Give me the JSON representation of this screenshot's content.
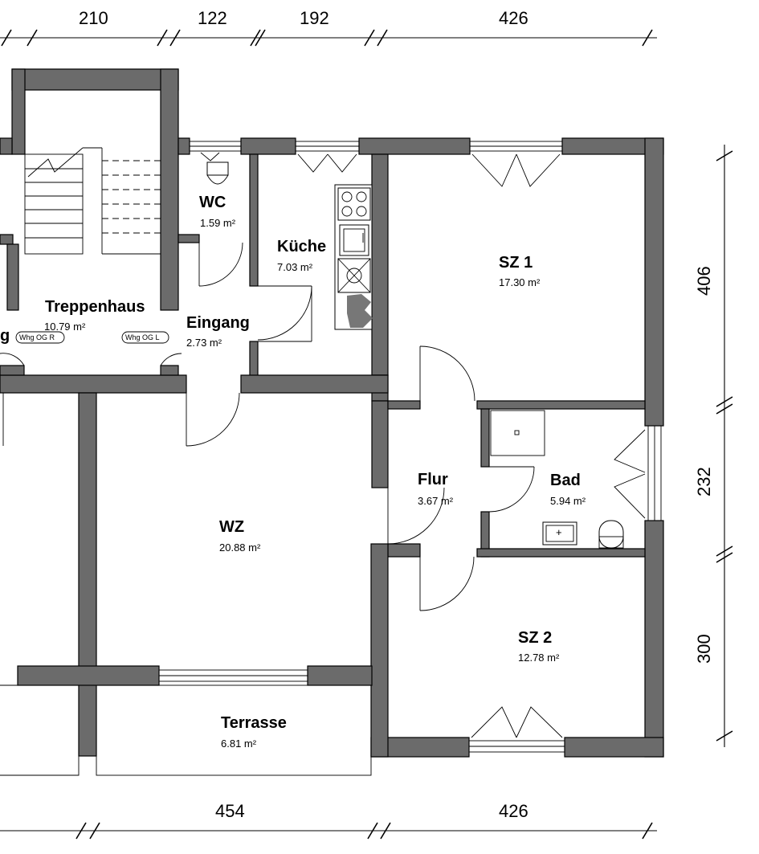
{
  "dimensions": {
    "top": [
      "210",
      "122",
      "192",
      "426"
    ],
    "bottom": [
      "454",
      "426"
    ],
    "right": [
      "406",
      "232",
      "300"
    ]
  },
  "rooms": {
    "treppenhaus": {
      "name": "Treppenhaus",
      "area": "10.79 m²"
    },
    "wc": {
      "name": "WC",
      "area": "1.59 m²"
    },
    "kueche": {
      "name": "Küche",
      "area": "7.03 m²"
    },
    "eingang": {
      "name": "Eingang",
      "area": "2.73 m²"
    },
    "sz1": {
      "name": "SZ 1",
      "area": "17.30 m²"
    },
    "flur": {
      "name": "Flur",
      "area": "3.67 m²"
    },
    "bad": {
      "name": "Bad",
      "area": "5.94 m²"
    },
    "wz": {
      "name": "WZ",
      "area": "20.88 m²"
    },
    "sz2": {
      "name": "SZ 2",
      "area": "12.78 m²"
    },
    "terrasse": {
      "name": "Terrasse",
      "area": "6.81 m²"
    },
    "left_cut": {
      "name": "g"
    }
  },
  "tags": {
    "whg_r": "Whg OG R",
    "whg_l": "Whg OG L"
  },
  "colors": {
    "wall": "#6b6b6b",
    "lines": "#000000",
    "background": "#ffffff"
  }
}
